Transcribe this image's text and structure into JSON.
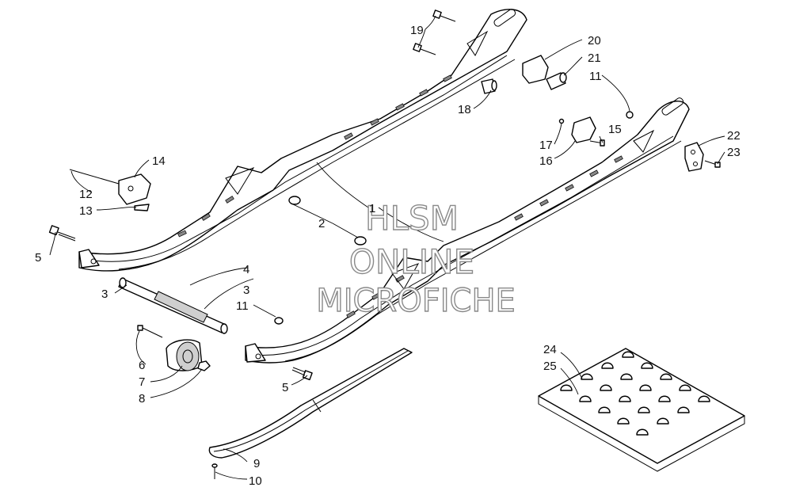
{
  "watermark": {
    "line1": "HLSM",
    "line2": "ONLINE",
    "line3": "MICROFICHE"
  },
  "callouts": [
    {
      "id": "c1",
      "text": "1"
    },
    {
      "id": "c2",
      "text": "2"
    },
    {
      "id": "c3a",
      "text": "3"
    },
    {
      "id": "c3b",
      "text": "3"
    },
    {
      "id": "c4",
      "text": "4"
    },
    {
      "id": "c5a",
      "text": "5"
    },
    {
      "id": "c5b",
      "text": "5"
    },
    {
      "id": "c6",
      "text": "6"
    },
    {
      "id": "c7",
      "text": "7"
    },
    {
      "id": "c8",
      "text": "8"
    },
    {
      "id": "c9",
      "text": "9"
    },
    {
      "id": "c10",
      "text": "10"
    },
    {
      "id": "c11a",
      "text": "11"
    },
    {
      "id": "c11b",
      "text": "11"
    },
    {
      "id": "c12",
      "text": "12"
    },
    {
      "id": "c13",
      "text": "13"
    },
    {
      "id": "c14",
      "text": "14"
    },
    {
      "id": "c15",
      "text": "15"
    },
    {
      "id": "c16",
      "text": "16"
    },
    {
      "id": "c17",
      "text": "17"
    },
    {
      "id": "c18",
      "text": "18"
    },
    {
      "id": "c19",
      "text": "19"
    },
    {
      "id": "c20",
      "text": "20"
    },
    {
      "id": "c21",
      "text": "21"
    },
    {
      "id": "c22",
      "text": "22"
    },
    {
      "id": "c23",
      "text": "23"
    },
    {
      "id": "c24",
      "text": "24"
    },
    {
      "id": "c25",
      "text": "25"
    }
  ]
}
